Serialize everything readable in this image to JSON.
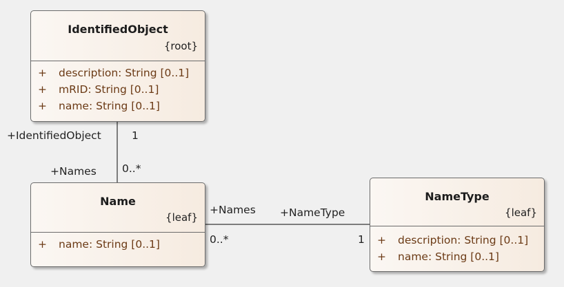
{
  "classes": {
    "identified_object": {
      "name": "IdentifiedObject",
      "stereotype": "{root}",
      "attributes": [
        {
          "visibility": "+",
          "text": "description: String [0..1]"
        },
        {
          "visibility": "+",
          "text": "mRID: String [0..1]"
        },
        {
          "visibility": "+",
          "text": "name: String [0..1]"
        }
      ]
    },
    "name": {
      "name": "Name",
      "stereotype": "{leaf}",
      "attributes": [
        {
          "visibility": "+",
          "text": "name: String [0..1]"
        }
      ]
    },
    "name_type": {
      "name": "NameType",
      "stereotype": "{leaf}",
      "attributes": [
        {
          "visibility": "+",
          "text": "description: String [0..1]"
        },
        {
          "visibility": "+",
          "text": "name: String [0..1]"
        }
      ]
    }
  },
  "associations": {
    "identifiedobject_names": {
      "source_role": "+IdentifiedObject",
      "source_multiplicity": "1",
      "target_role": "+Names",
      "target_multiplicity": "0..*"
    },
    "names_nametype": {
      "source_role": "+Names",
      "source_multiplicity": "0..*",
      "target_role": "+NameType",
      "target_multiplicity": "1"
    }
  },
  "colors": {
    "background": "#f0f0f0",
    "box_border": "#6a6a6a",
    "attribute_text": "#6b3a15"
  }
}
